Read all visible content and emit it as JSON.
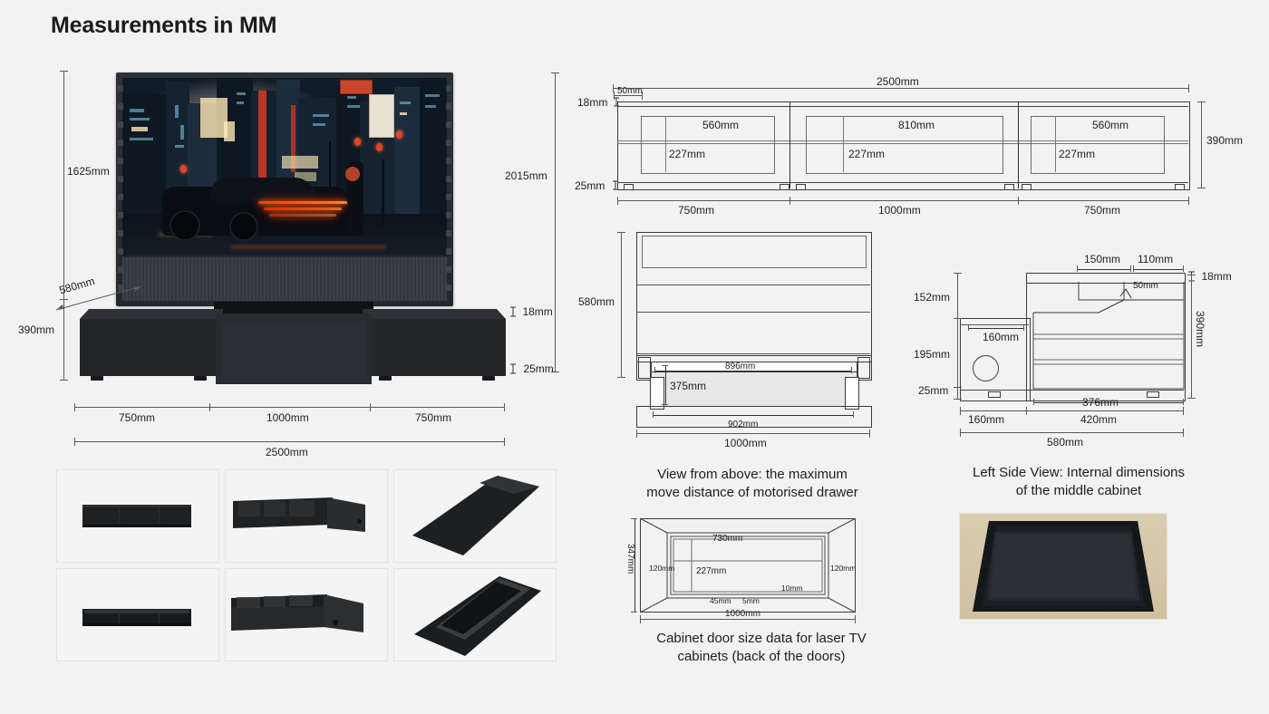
{
  "page": {
    "title": "Measurements in MM",
    "background": "#f2f2f2"
  },
  "front_view": {
    "name": "Front view of laser TV screen and cabinet",
    "screen_height": "1625mm",
    "depth": "580mm",
    "cabinet_height": "390mm",
    "total_height": "2015mm",
    "top_thickness": "18mm",
    "plinth_height": "25mm",
    "sections": [
      "750mm",
      "1000mm",
      "750mm"
    ],
    "total_width": "2500mm"
  },
  "top_view": {
    "name": "Top view / front elevation with cabinet openings",
    "total_width": "2500mm",
    "edge_offset": "50mm",
    "top_thickness": "18mm",
    "plinth_height": "25mm",
    "overall_height": "390mm",
    "bays": [
      {
        "door_width": "560mm",
        "door_height": "227mm",
        "span": "750mm"
      },
      {
        "door_width": "810mm",
        "door_height": "227mm",
        "span": "1000mm"
      },
      {
        "door_width": "560mm",
        "door_height": "227mm",
        "span": "750mm"
      }
    ]
  },
  "above_view": {
    "caption_line1": "View from above: the maximum",
    "caption_line2": "move distance of motorised drawer",
    "depth": "580mm",
    "drawer_inner_width": "896mm",
    "drawer_travel": "375mm",
    "inner_width": "902mm",
    "outer_width": "1000mm"
  },
  "side_view": {
    "caption_line1": "Left Side View: Internal dimensions",
    "caption_line2": "of the middle cabinet",
    "top_left_span": "150mm",
    "top_right_span": "110mm",
    "notch": "50mm",
    "top_thickness": "18mm",
    "total_height": "390mm",
    "upper_height": "152mm",
    "lower_height": "195mm",
    "plinth_height": "25mm",
    "front_bay_depth": "160mm",
    "inner_depth": "376mm",
    "rear_bay_depth": "160mm",
    "main_depth": "420mm",
    "total_depth": "580mm"
  },
  "door_view": {
    "caption_line1": "Cabinet door size data for laser TV",
    "caption_line2": "cabinets (back of the doors)",
    "height": "347mm",
    "left_margin": "120mm",
    "right_margin": "120mm",
    "inner_width": "730mm",
    "inner_height": "227mm",
    "bottom_offset": "10mm",
    "hinge_offset": "45mm",
    "edge_gap": "5mm",
    "total_width": "1000mm"
  },
  "gallery": {
    "name": "Product photo gallery of cabinet",
    "items": [
      {
        "view": "front-elevation-closed"
      },
      {
        "view": "three-quarter-open-front"
      },
      {
        "view": "angled-top-perspective"
      },
      {
        "view": "front-elevation-low"
      },
      {
        "view": "three-quarter-open-low"
      },
      {
        "view": "angled-interior-perspective"
      }
    ]
  },
  "door_photo": {
    "name": "Photograph of cabinet door back panel"
  }
}
